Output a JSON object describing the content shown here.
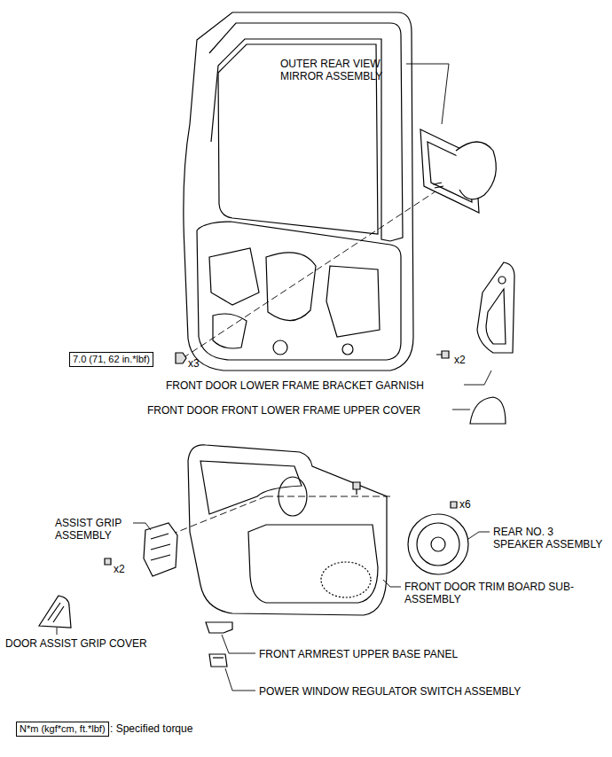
{
  "diagram": {
    "nodes": [
      {
        "text": [
          "7.0 (71, 62 in.*lbf)"
        ]
      },
      {
        "text": [
          "N*m (kgf*cm, ft.*lbf)"
        ]
      }
    ],
    "labels": [
      "OUTER REAR VIEW MIRROR ASSEMBLY",
      "x3",
      "x2",
      "FRONT DOOR LOWER FRAME BRACKET GARNISH",
      "FRONT DOOR FRONT LOWER FRAME UPPER COVER",
      "x6",
      "ASSIST GRIP ASSEMBLY",
      "x2",
      "REAR NO. 3 SPEAKER ASSEMBLY",
      "FRONT DOOR TRIM BOARD SUB-ASSEMBLY",
      "DOOR ASSIST GRIP COVER",
      "FRONT ARMREST UPPER BASE PANEL",
      "POWER WINDOW REGULATOR SWITCH ASSEMBLY",
      ": Specified torque"
    ]
  }
}
